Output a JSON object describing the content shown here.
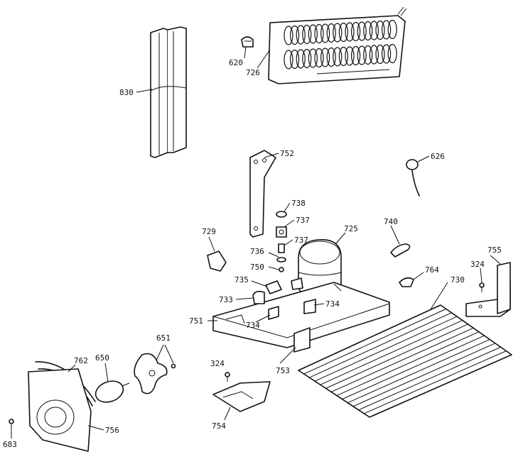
{
  "callouts": {
    "p830": "830",
    "p620": "620",
    "p726": "726",
    "p752": "752",
    "p626": "626",
    "p738": "738",
    "p737a": "737",
    "p737b": "737",
    "p729": "729",
    "p725": "725",
    "p740": "740",
    "p736": "736",
    "p750": "750",
    "p755": "755",
    "p324a": "324",
    "p764": "764",
    "p730": "730",
    "p735": "735",
    "p733": "733",
    "p734a": "734",
    "p734b": "734",
    "p751": "751",
    "p651": "651",
    "p762": "762",
    "p650": "650",
    "p324b": "324",
    "p753": "753",
    "p754": "754",
    "p756": "756",
    "p683": "683"
  }
}
